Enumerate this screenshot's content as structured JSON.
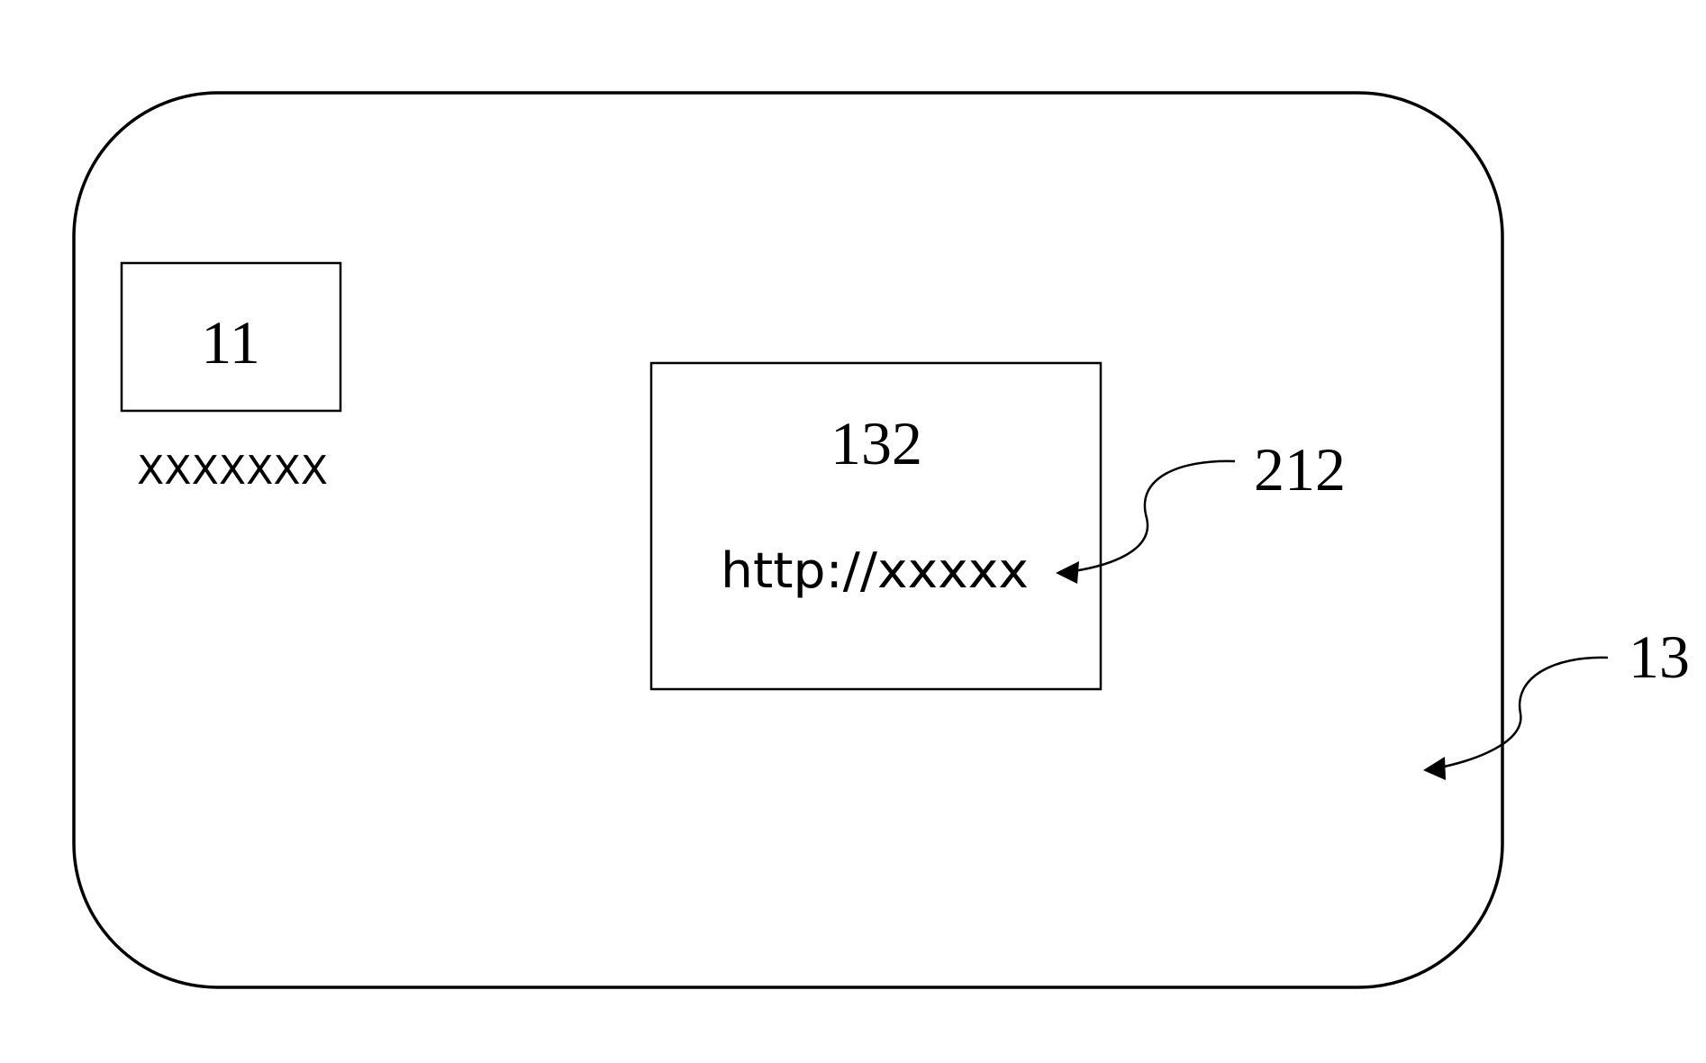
{
  "card": {
    "ref_label": "13"
  },
  "element_11": {
    "label": "11",
    "caption": "XXXXXXX"
  },
  "element_132": {
    "label": "132",
    "url_text": "http://xxxxx"
  },
  "callouts": {
    "url_ref_label": "212"
  },
  "colors": {
    "line": "#000000",
    "background": "#ffffff"
  }
}
